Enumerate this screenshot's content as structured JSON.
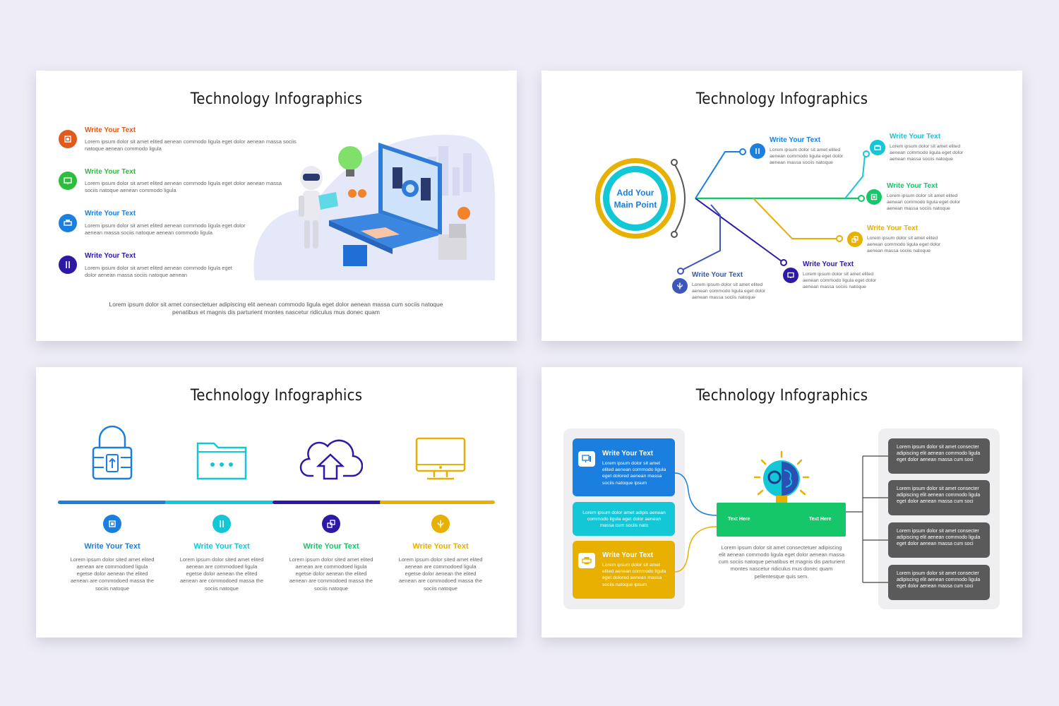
{
  "colors": {
    "orange": "#e05a1c",
    "green": "#2ebd3d",
    "blue": "#1b7fe0",
    "indigo": "#2c1aa6",
    "cyan": "#14c7d6",
    "yellow": "#e8b000",
    "lime": "#16c76a",
    "gray": "#5a5a5a"
  },
  "slide1": {
    "title": "Technology Infographics",
    "items": [
      {
        "heading": "Write Your Text",
        "body": "Lorem ipsum dolor sit amet elited aenean commodo ligula eget dolor aenean massa sociis natoque aenean commodo ligula",
        "icon": "chip-icon"
      },
      {
        "heading": "Write Your Text",
        "body": "Lorem ipsum dolor sit amet elited aenean commodo ligula eget dolor aenean massa sociis natoque aenean commodo ligula",
        "icon": "monitor-icon"
      },
      {
        "heading": "Write Your Text",
        "body": "Lorem ipsum dolor sit amet elited aenean commodo ligula eget dolor aenean massa sociis natoque aenean commodo ligula",
        "icon": "printer-icon"
      },
      {
        "heading": "Write Your Text",
        "body": "Lorem ipsum dolor sit amet elited aenean commodo ligula eget dolor aenean massa sociis natoque aenean",
        "icon": "cable-icon"
      }
    ],
    "footer": "Lorem ipsum dolor sit amet consectetuer adipiscing elit aenean commodo ligula eget dolor aenean massa cum sociis natoque penatibus et magnis dis parturient montes nascetur ridiculus mus donec quam"
  },
  "slide2": {
    "title": "Technology Infographics",
    "main_point": "Add Your\nMain Point",
    "items": [
      {
        "heading": "Write Your Text",
        "body": "Lorem ipsum dolor sit amet elited aenean commodo ligula eget dolor aenean massa sociis natoque",
        "icon": "cable-icon"
      },
      {
        "heading": "Write Your Text",
        "body": "Lorem ipsum dolor sit amet elited aenean commodo ligula eget dolor aenean massa sociis natoque",
        "icon": "printer-icon"
      },
      {
        "heading": "Write Your Text",
        "body": "Lorem ipsum dolor sit amet elited aenean commodo ligula eget dolor aenean massa sociis natoque",
        "icon": "chip-icon"
      },
      {
        "heading": "Write Your Text",
        "body": "Lorem ipsum dolor sit amet elited aenean commodo ligula eget dolor aenean massa sociis natoque",
        "icon": "share-icon"
      },
      {
        "heading": "Write Your Text",
        "body": "Lorem ipsum dolor sit amet elited aenean commodo ligula eget dolor aenean massa sociis natoque",
        "icon": "usb-icon"
      },
      {
        "heading": "Write Your Text",
        "body": "Lorem ipsum dolor sit amet elited aenean commodo ligula eget dolor aenean massa sociis natoque",
        "icon": "monitor-icon"
      }
    ]
  },
  "slide3": {
    "title": "Technology Infographics",
    "items": [
      {
        "heading": "Write Your Text",
        "body": "Lorem ipsum dolor sited amet elited aenean are commodoed ligula egetse dolor aenean the elited aenean are commodoed massa the sociis natoque",
        "big_icon": "padlock-icon",
        "small_icon": "chip-icon"
      },
      {
        "heading": "Write Your Text",
        "body": "Lorem ipsum dolor sited amet elited aenean are commodoed ligula egetse dolor aenean the elited aenean are commodoed massa the sociis natoque",
        "big_icon": "folder-icon",
        "small_icon": "cable-icon"
      },
      {
        "heading": "Write Your Text",
        "body": "Lorem ipsum dolor sited amet elited aenean are commodoed ligula egetse dolor aenean the elited aenean are commodoed massa the sociis natoque",
        "big_icon": "cloud-upload-icon",
        "small_icon": "share-icon"
      },
      {
        "heading": "Write Your Text",
        "body": "Lorem ipsum dolor sited amet elited aenean are commodoed ligula egetse dolor aenean the elited aenean are commodoed massa the sociis natoque",
        "big_icon": "monitor-icon",
        "small_icon": "usb-icon"
      }
    ]
  },
  "slide4": {
    "title": "Technology Infographics",
    "card_blue": {
      "heading": "Write Your Text",
      "body": "Lorem ipsum dolor sit amet elited aenean commodo ligula eget dolored aenean massa sociis natoque ipsum"
    },
    "card_cyan": {
      "body": "Lorem ipsum dolor amet adipis aenean commodo ligula eget dolor aenean massa cum sociis nato"
    },
    "card_yellow": {
      "heading": "Write Your Text",
      "body": "Lorem ipsum dolor sit amet elited aenean commodo ligula eget dolored aenean massa sociis natoque ipsum"
    },
    "center_left": "Text Here",
    "center_right": "Text Here",
    "center_body": "Lorem ipsum dolor sit amet consectetuer adipiscing elit aenean commodo ligula eget dolor aenean massa cum sociis natoque penatibus et magnis dis parturient montes nascetur ridiculus mus donec quam pellentesque quis sem.",
    "gray_cards": [
      "Lorem ipsum dolor sit amet consecter adipiscing elit aenean commodo ligula eget dolor aenean massa cum soci",
      "Lorem ipsum dolor sit amet consecter adipiscing elit aenean commodo ligula eget dolor aenean massa cum soci",
      "Lorem ipsum dolor sit amet consecter adipiscing elit aenean commodo ligula eget dolor aenean massa cum soci",
      "Lorem ipsum dolor sit amet consecter adipiscing elit aenean commodo ligula eget dolor aenean massa cum soci"
    ]
  }
}
